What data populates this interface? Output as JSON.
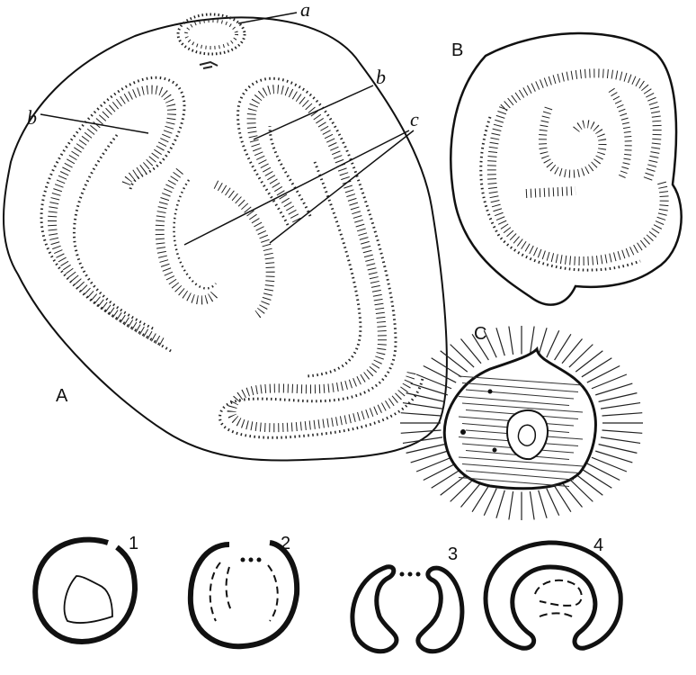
{
  "figure": {
    "panels": {
      "A": "A",
      "B": "B",
      "C": "C"
    },
    "annotations": {
      "a": "a",
      "b_left": "b",
      "b_right": "b",
      "c": "c"
    },
    "stages": [
      "1",
      "2",
      "3",
      "4"
    ]
  },
  "colors": {
    "ink": "#111111",
    "background": "#ffffff"
  }
}
